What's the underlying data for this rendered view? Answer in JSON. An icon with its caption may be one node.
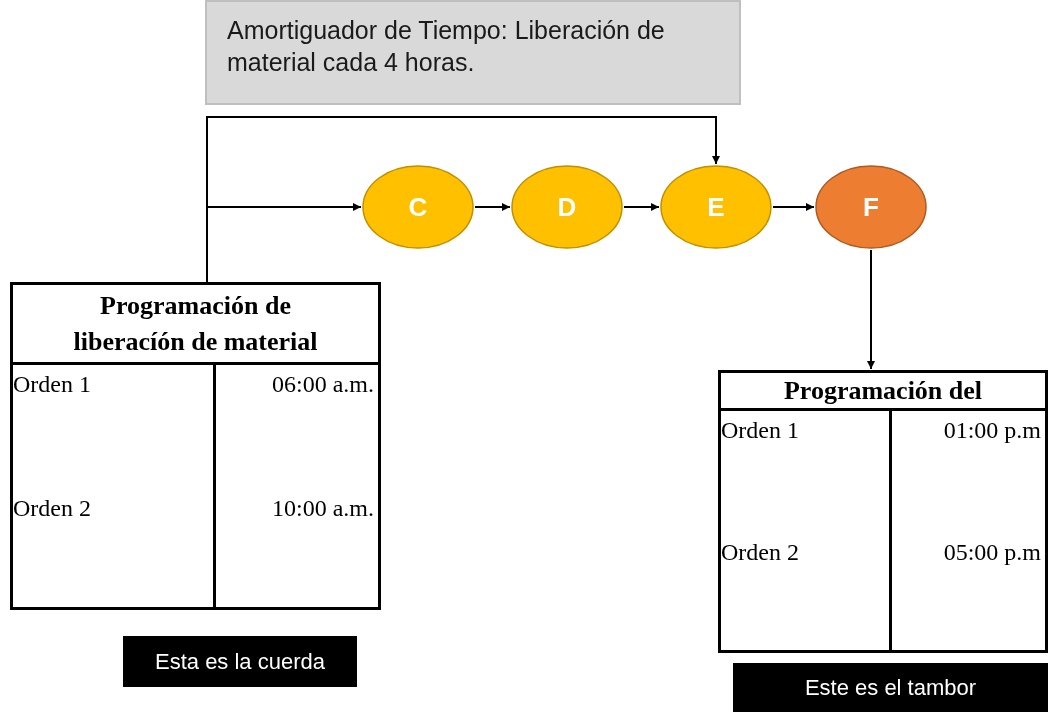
{
  "diagram": {
    "nodes": [
      {
        "text": [
          "Amortiguador de Tiempo: Liberación de material cada 4 horas."
        ]
      },
      {
        "text": [
          "C"
        ]
      },
      {
        "text": [
          "D"
        ]
      },
      {
        "text": [
          "E"
        ]
      },
      {
        "text": [
          "F"
        ]
      },
      {
        "text": [
          "Programación de liberacíón de material",
          "Orden 1",
          "06:00 a.m.",
          "Orden 2",
          "10:00 a.m."
        ]
      },
      {
        "text": [
          "Programación del",
          "Orden 1",
          "01:00 p.m",
          "Orden 2",
          "05:00 p.m"
        ]
      },
      {
        "text": [
          "Esta es la cuerda"
        ]
      },
      {
        "text": [
          "Este es el tambor"
        ]
      }
    ],
    "edges": [
      {
        "from": 5,
        "to": 1,
        "arrow": "to"
      },
      {
        "from": 5,
        "to": 3,
        "arrow": "to"
      },
      {
        "from": 1,
        "to": 2,
        "arrow": "to"
      },
      {
        "from": 2,
        "to": 3,
        "arrow": "to"
      },
      {
        "from": 3,
        "to": 4,
        "arrow": "to"
      },
      {
        "from": 4,
        "to": 6,
        "arrow": "to"
      }
    ]
  }
}
